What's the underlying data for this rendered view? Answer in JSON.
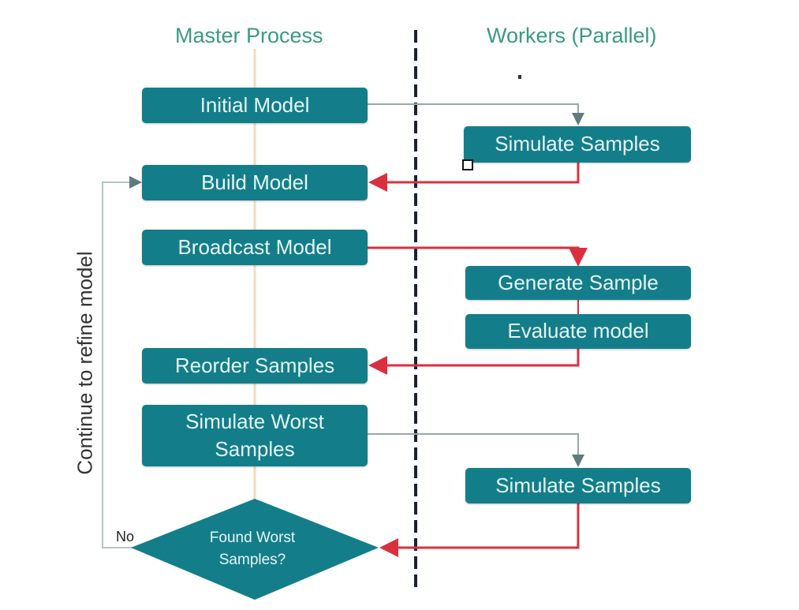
{
  "headers": {
    "master": "Master Process",
    "workers": "Workers (Parallel)"
  },
  "master_steps": {
    "initial_model": "Initial Model",
    "build_model": "Build Model",
    "broadcast_model": "Broadcast Model",
    "reorder_samples": "Reorder Samples",
    "simulate_worst_line1": "Simulate Worst",
    "simulate_worst_line2": "Samples"
  },
  "worker_steps": {
    "simulate_samples_1": "Simulate Samples",
    "generate_sample": "Generate Sample",
    "evaluate_model": "Evaluate model",
    "simulate_samples_2": "Simulate Samples"
  },
  "decision": {
    "line1": "Found Worst",
    "line2": "Samples?",
    "no_label": "No"
  },
  "loop_label": "Continue to refine model",
  "colors": {
    "box": "#137e8a",
    "header_text": "#3a9a82",
    "return_arrow": "#d9303f",
    "dispatch_arrow": "#9aa9a8",
    "spine": "#f2dcb8",
    "divider": "#1a2233"
  }
}
